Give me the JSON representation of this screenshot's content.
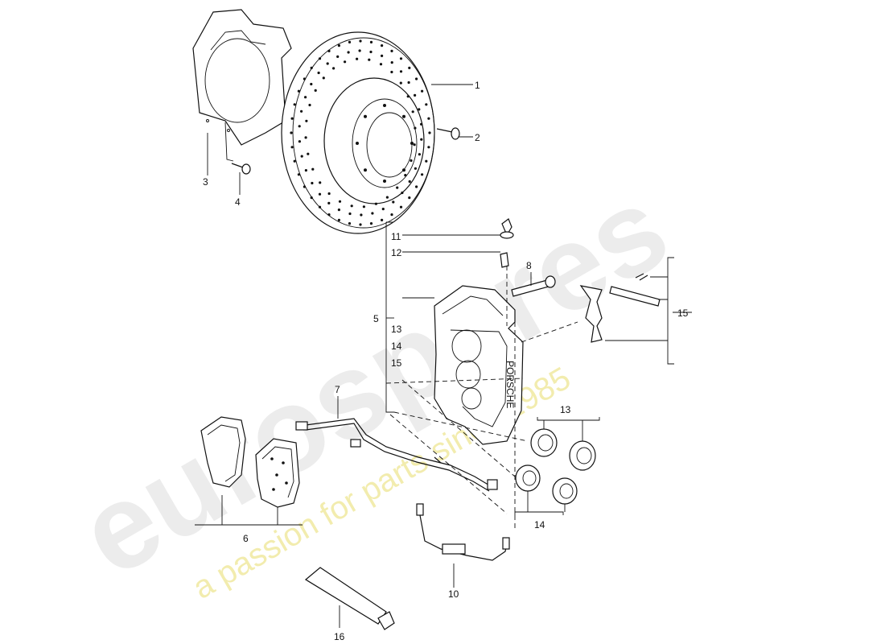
{
  "watermark": {
    "logo": "eurospares",
    "tagline": "a passion for parts since 1985"
  },
  "caliper_brand": "PORSCHE",
  "callouts": [
    {
      "id": "1",
      "label": "1"
    },
    {
      "id": "2",
      "label": "2"
    },
    {
      "id": "3",
      "label": "3"
    },
    {
      "id": "4",
      "label": "4"
    },
    {
      "id": "5",
      "label": "5"
    },
    {
      "id": "6",
      "label": "6"
    },
    {
      "id": "7",
      "label": "7"
    },
    {
      "id": "8",
      "label": "8"
    },
    {
      "id": "10",
      "label": "10"
    },
    {
      "id": "11",
      "label": "11"
    },
    {
      "id": "12",
      "label": "12"
    },
    {
      "id": "13a",
      "label": "13"
    },
    {
      "id": "14a",
      "label": "14"
    },
    {
      "id": "15a",
      "label": "15"
    },
    {
      "id": "13b",
      "label": "13"
    },
    {
      "id": "14b",
      "label": "14"
    },
    {
      "id": "15b",
      "label": "15"
    },
    {
      "id": "16",
      "label": "16"
    }
  ]
}
